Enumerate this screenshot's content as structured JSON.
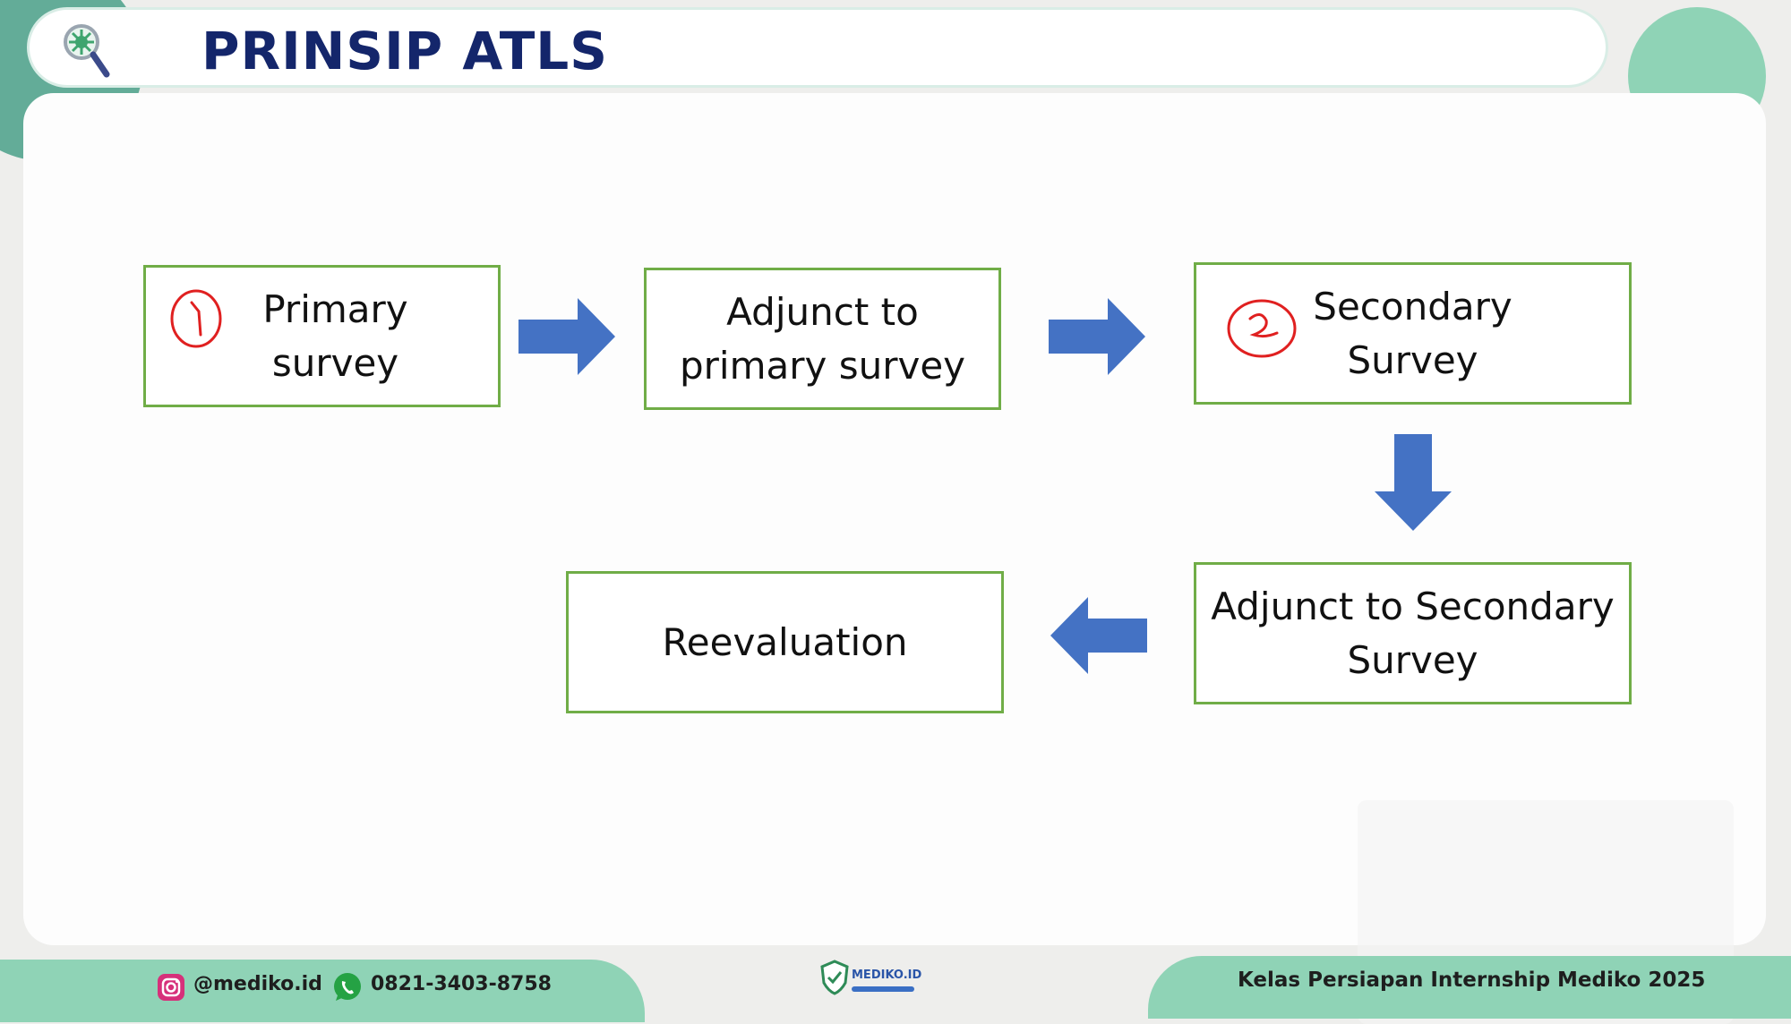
{
  "header": {
    "title": "PRINSIP ATLS"
  },
  "boxes": {
    "primary": {
      "line1": "Primary",
      "line2": "survey"
    },
    "adjunct_primary": {
      "line1": "Adjunct to",
      "line2": "primary survey"
    },
    "secondary": {
      "line1": "Secondary",
      "line2": "Survey"
    },
    "adjunct_secondary": {
      "line1": "Adjunct to Secondary",
      "line2": "Survey"
    },
    "reevaluation": {
      "line1": "Reevaluation"
    }
  },
  "annotations": {
    "mark1": "1",
    "mark2": "2"
  },
  "footer": {
    "instagram": "@mediko.id",
    "whatsapp": "0821-3403-8758",
    "logo_text": "MEDIKO.ID",
    "course": "Kelas Persiapan Internship Mediko 2025"
  },
  "colors": {
    "box_border": "#70ad47",
    "arrow": "#4472c4",
    "title": "#14266b",
    "accent": "#8fd3b6",
    "annotation": "#e02020"
  }
}
